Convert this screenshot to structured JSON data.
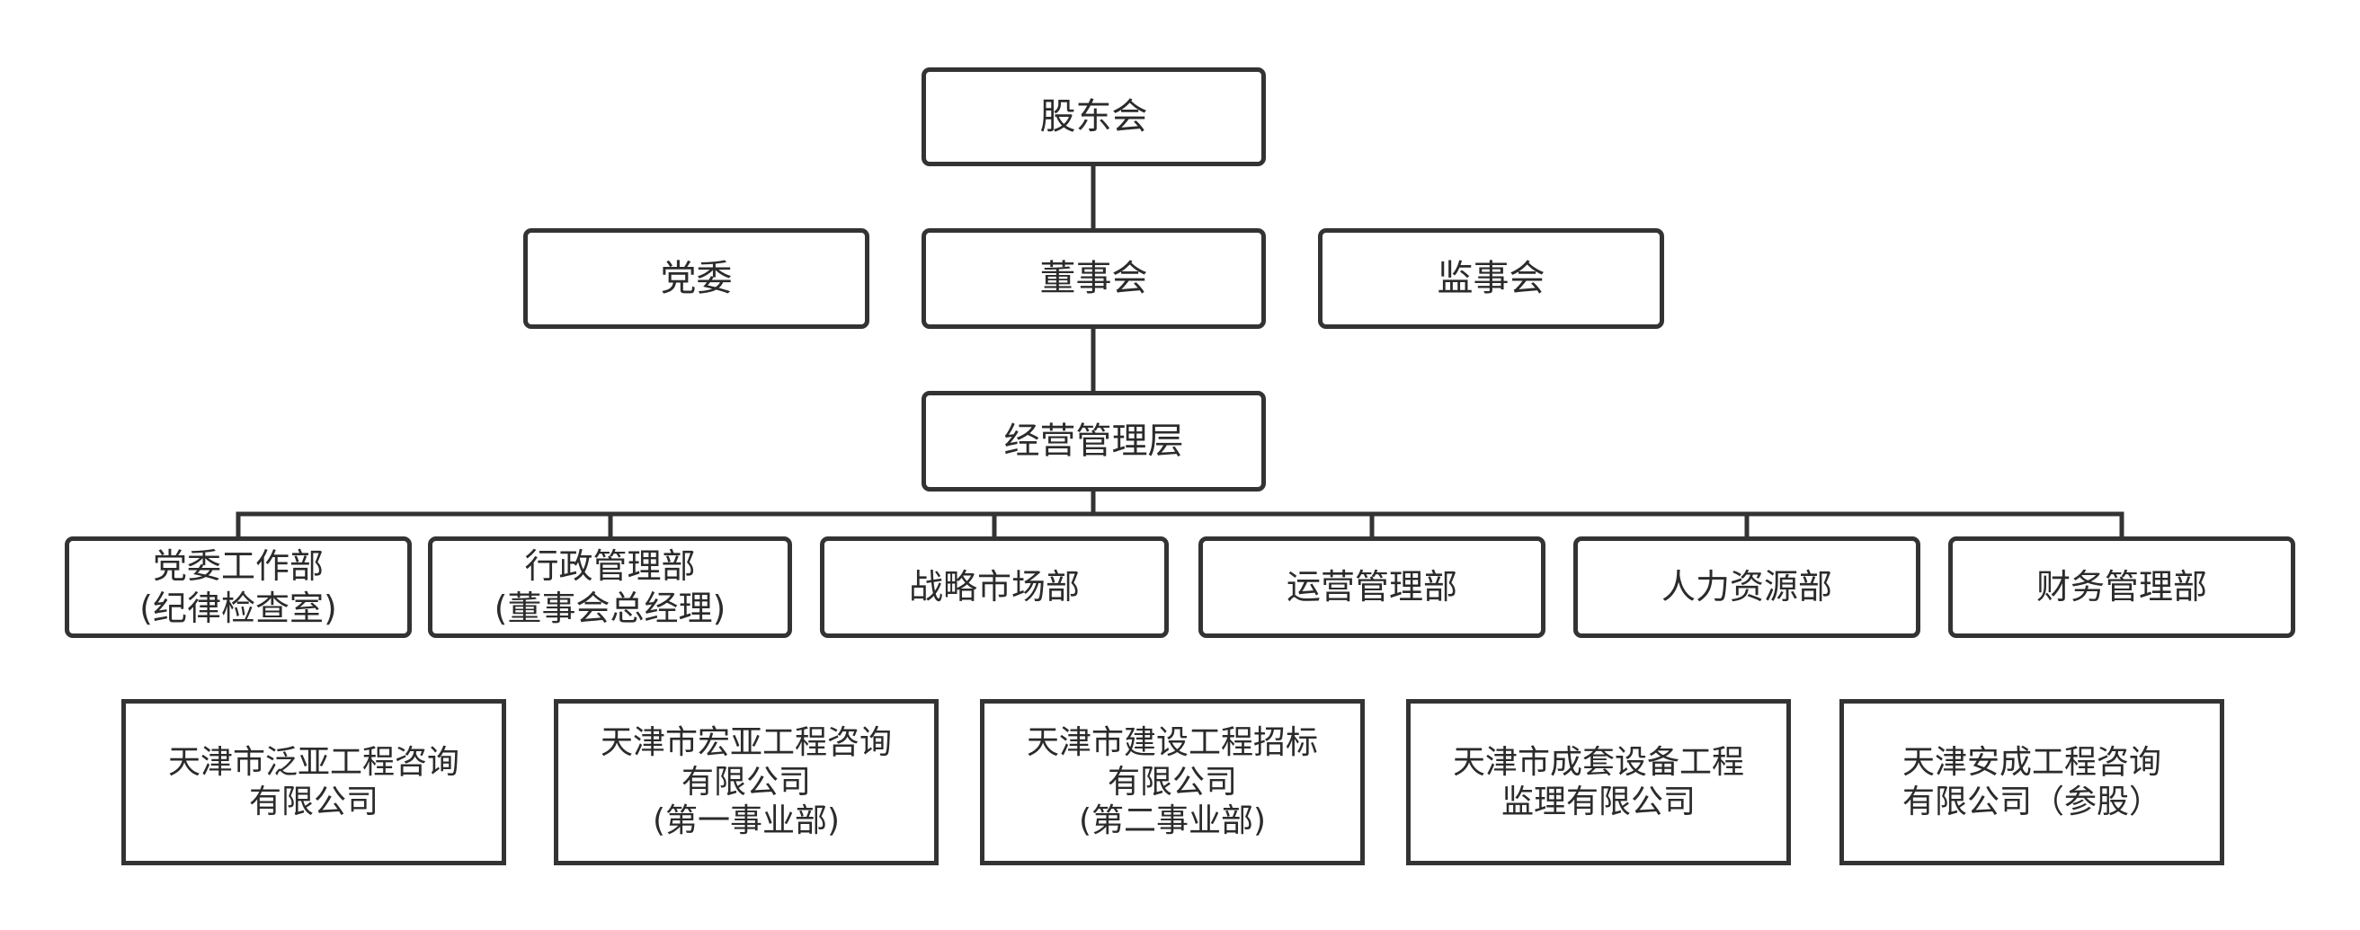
{
  "governance": {
    "shareholders": "股东会",
    "party_committee": "党委",
    "board": "董事会",
    "supervisory_board": "监事会",
    "management": "经营管理层"
  },
  "departments": [
    {
      "lines": [
        "党委工作部",
        "(纪律检查室)"
      ]
    },
    {
      "lines": [
        "行政管理部",
        "(董事会总经理)"
      ]
    },
    {
      "lines": [
        "战略市场部"
      ]
    },
    {
      "lines": [
        "运营管理部"
      ]
    },
    {
      "lines": [
        "人力资源部"
      ]
    },
    {
      "lines": [
        "财务管理部"
      ]
    }
  ],
  "subsidiaries": [
    {
      "lines": [
        "天津市泛亚工程咨询",
        "有限公司"
      ]
    },
    {
      "lines": [
        "天津市宏亚工程咨询",
        "有限公司",
        "(第一事业部)"
      ]
    },
    {
      "lines": [
        "天津市建设工程招标",
        "有限公司",
        "(第二事业部)"
      ]
    },
    {
      "lines": [
        "天津市成套设备工程",
        "监理有限公司"
      ]
    },
    {
      "lines": [
        "天津安成工程咨询",
        "有限公司（参股）"
      ]
    }
  ]
}
